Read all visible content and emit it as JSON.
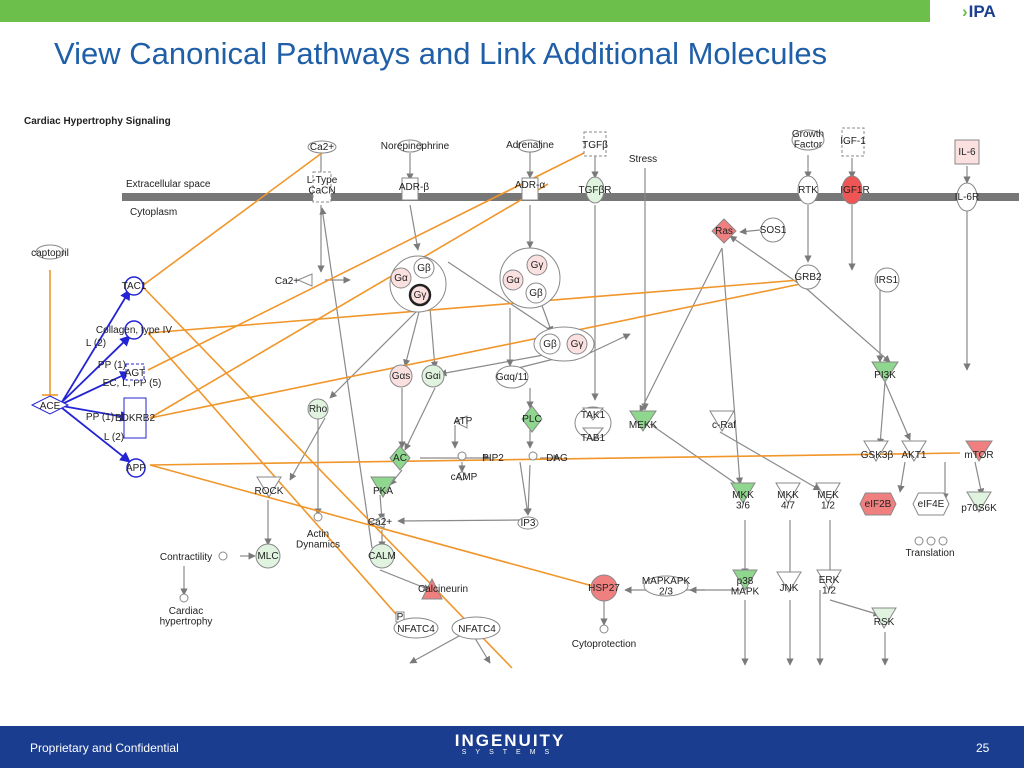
{
  "header": {
    "logo_text": "IPA",
    "title": "View Canonical Pathways and Link Additional Molecules"
  },
  "footer": {
    "left_text": "Proprietary and Confidential",
    "logo_main": "INGENUITY",
    "logo_sub": "SYSTEMS",
    "page_number": "25"
  },
  "colors": {
    "green_band": "#6cbf4b",
    "title_blue": "#1f5fa8",
    "footer_blue": "#1a3d8f",
    "orange_link": "#f0962a",
    "blue_link": "#2424d4",
    "membrane": "#777777",
    "up_red": "#f08080",
    "down_green": "#8fd68f"
  },
  "diagram": {
    "title": "Cardiac Hypertrophy Signaling",
    "compartments": {
      "extracellular": "Extracellular space",
      "cytoplasm": "Cytoplasm"
    },
    "edge_labels": {
      "collagen": "L (2)",
      "agt_pp": "PP (1)",
      "agt_ec": "EC, L, PP (5)",
      "bdkrb2_pp": "PP (1)",
      "app_l": "L (2)"
    },
    "molecules": {
      "captopril": "captopril",
      "ace": "ACE",
      "tac1": "TAC1",
      "collagen_iv": "Collagen, type IV",
      "agt": "AGT",
      "bdkrb2": "BDKRB2",
      "app": "APP",
      "ca2_top": "Ca2+",
      "ltype_cacn": "L-Type\nCaCN",
      "ca2_mid": "Ca2+",
      "norepinephrine": "Norepinephrine",
      "adrb": "ADR-β",
      "adrenaline": "Adrenaline",
      "adra": "ADR-α",
      "tgfb": "TGFβ",
      "tgfbr": "TGFβR",
      "stress": "Stress",
      "growth_factor": "Growth\nFactor",
      "igf1": "IGF-1",
      "il6": "IL-6",
      "rtk": "RTK",
      "igf1r": "IGF1R",
      "il6r": "IL-6R",
      "ras": "Ras",
      "sos1": "SOS1",
      "grb2": "GRB2",
      "irs1": "IRS1",
      "gb1": "Gβ",
      "ga1": "Gα",
      "gy1": "Gγ",
      "gy2": "Gγ",
      "ga2": "Gα",
      "gb2": "Gβ",
      "gb3": "Gβ",
      "gy3": "Gγ",
      "gas": "Gαs",
      "gai": "Gαi",
      "gaq11": "Gαq/11",
      "pi3k": "PI3K",
      "rho": "Rho",
      "atp": "ATP",
      "plc": "PLC",
      "tak1": "TAK1",
      "tab1": "TAB1",
      "mekk": "MEKK",
      "craf": "c-Raf",
      "ac": "AC",
      "pip2": "PIP2",
      "dag": "DAG",
      "camp": "cAMP",
      "gsk3b": "GSK3β",
      "akt1": "AKT1",
      "mtor": "mTOR",
      "rock": "ROCK",
      "pka": "PKA",
      "mkk36": "MKK\n3/6",
      "mkk47": "MKK\n4/7",
      "mek12": "MEK\n1/2",
      "eif2b": "eIF2B",
      "eif4e": "eIF4E",
      "p70s6k": "p70S6K",
      "actin": "Actin\nDynamics",
      "ca2_low": "Ca2+",
      "ip3": "IP3",
      "translation": "Translation",
      "contractility": "Contractility",
      "mlc": "MLC",
      "calm": "CALM",
      "hsp27": "HSP27",
      "mapkapk": "MAPKAPK\n2/3",
      "p38": "p38\nMAPK",
      "jnk": "JNK",
      "erk12": "ERK\n1/2",
      "calcineurin": "Calcineurin",
      "cardiac_hyp": "Cardiac\nhypertrophy",
      "nfatc4a": "NFATC4",
      "nfatc4b": "NFATC4",
      "p_label": "P",
      "rsk": "RSK",
      "cytoprotection": "Cytoprotection"
    }
  }
}
